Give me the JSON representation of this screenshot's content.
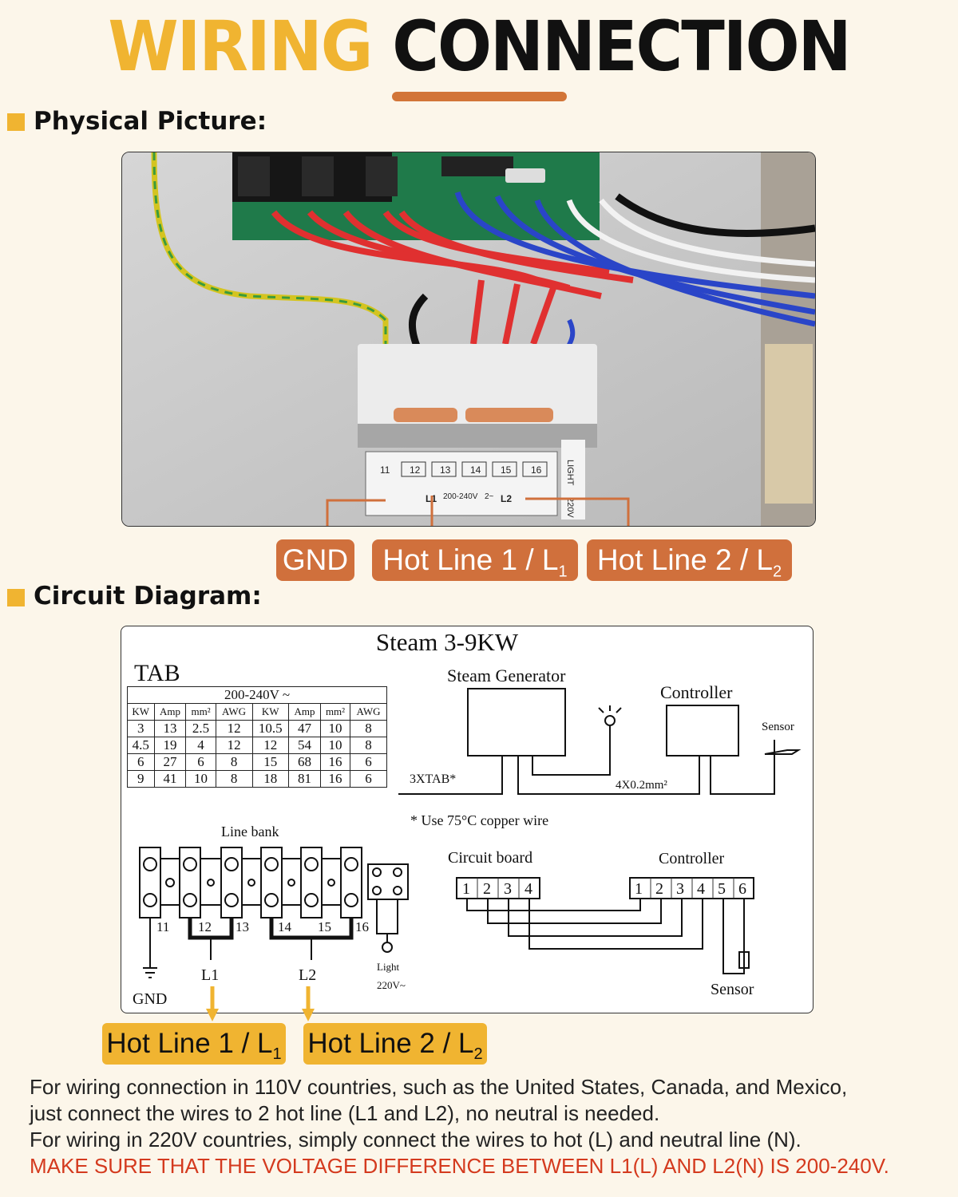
{
  "header": {
    "title_part1": "WIRING",
    "title_part2": "CONNECTION"
  },
  "sections": {
    "physical": "Physical Picture:",
    "circuit": "Circuit Diagram:"
  },
  "photo": {
    "terminal_numbers": [
      "11",
      "12",
      "13",
      "14",
      "15",
      "16"
    ],
    "l1": "L1",
    "l2": "L2",
    "voltage": "200-240V",
    "phase": "2~",
    "light": "LIGHT",
    "light_voltage": "220V"
  },
  "tags": {
    "gnd": "GND",
    "hot1": "Hot Line 1 / L",
    "hot1_sub": "1",
    "hot2": "Hot Line 2 / L",
    "hot2_sub": "2"
  },
  "diagram": {
    "title": "Steam 3-9KW",
    "tab_label": "TAB",
    "table_voltage": "200-240V ~",
    "table_headers": [
      "KW",
      "Amp",
      "mm²",
      "AWG",
      "KW",
      "Amp",
      "mm²",
      "AWG"
    ],
    "table_rows": [
      [
        "3",
        "13",
        "2.5",
        "12",
        "10.5",
        "47",
        "10",
        "8"
      ],
      [
        "4.5",
        "19",
        "4",
        "12",
        "12",
        "54",
        "10",
        "8"
      ],
      [
        "6",
        "27",
        "6",
        "8",
        "15",
        "68",
        "16",
        "6"
      ],
      [
        "9",
        "41",
        "10",
        "8",
        "18",
        "81",
        "16",
        "6"
      ]
    ],
    "steam_generator": "Steam Generator",
    "controller_top": "Controller",
    "sensor_top": "Sensor",
    "cable_3xtab": "3XTAB*",
    "cable_4x": "4X0.2mm²",
    "copper_note": "* Use 75°C copper wire",
    "line_bank": "Line bank",
    "terminal_labels": [
      "11",
      "12",
      "13",
      "14",
      "15",
      "16"
    ],
    "l1": "L1",
    "l2": "L2",
    "gnd": "GND",
    "light": "Light",
    "light_v": "220V~",
    "circuit_board": "Circuit board",
    "controller_bottom": "Controller",
    "board_pins": [
      "1",
      "2",
      "3",
      "4"
    ],
    "controller_pins": [
      "1",
      "2",
      "3",
      "4",
      "5",
      "6"
    ],
    "sensor_bottom": "Sensor"
  },
  "notes": {
    "line1": "For wiring connection in 110V countries, such as the United States, Canada, and Mexico,",
    "line2": "just connect the wires to 2 hot line (L1 and L2), no neutral is needed.",
    "line3": "For wiring in 220V countries, simply connect the wires to hot (L) and neutral line (N).",
    "warning": "MAKE SURE THAT THE VOLTAGE DIFFERENCE BETWEEN L1(L) AND L2(N) IS 200-240V."
  },
  "colors": {
    "accent_yellow": "#f0b431",
    "accent_orange": "#d0703c",
    "warning_red": "#d43a1e"
  }
}
